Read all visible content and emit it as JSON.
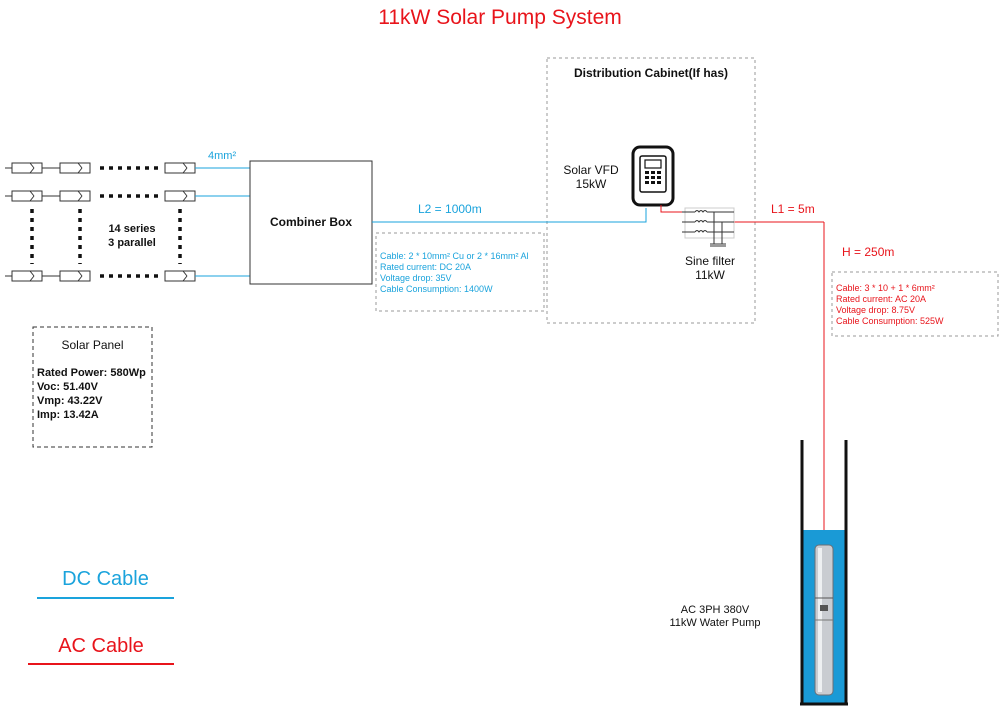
{
  "title": "11kW Solar Pump System",
  "distribution_cabinet": {
    "title": "Distribution Cabinet(If has)"
  },
  "array": {
    "series_label": "14 series",
    "parallel_label": "3 parallel",
    "cable_size": "4mm²"
  },
  "combiner_box": {
    "label": "Combiner Box"
  },
  "dc_line": {
    "length": "L2 = 1000m",
    "cable": "Cable: 2 * 10mm² Cu or 2 * 16mm² Al",
    "current": "Rated current: DC 20A",
    "voltage_drop": "Voltage drop: 35V",
    "consumption": "Cable Consumption: 1400W"
  },
  "vfd": {
    "name": "Solar VFD",
    "power": "15kW"
  },
  "sine_filter": {
    "name": "Sine filter",
    "power": "11kW"
  },
  "ac_line": {
    "length": "L1 = 5m",
    "head": "H = 250m",
    "cable": "Cable: 3 * 10 + 1 * 6mm²",
    "current": "Rated current: AC 20A",
    "voltage_drop": "Voltage drop: 8.75V",
    "consumption": "Cable Consumption: 525W"
  },
  "solar_panel": {
    "title": "Solar Panel",
    "rated_power": "Rated Power: 580Wp",
    "voc": "Voc: 51.40V",
    "vmp": "Vmp: 43.22V",
    "imp": "Imp: 13.42A"
  },
  "pump": {
    "line1": "AC 3PH 380V",
    "line2": "11kW Water Pump"
  },
  "legend": {
    "dc": "DC Cable",
    "ac": "AC Cable"
  },
  "colors": {
    "dc": "#1aa3dc",
    "ac": "#e8141b",
    "water": "#1a9ad6"
  }
}
